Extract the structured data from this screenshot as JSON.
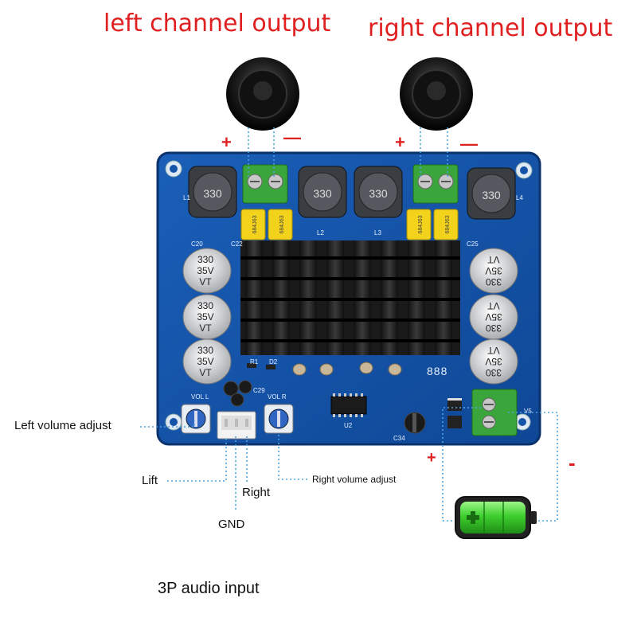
{
  "titles": {
    "left": "left channel output",
    "right": "right channel output"
  },
  "signs": {
    "left_plus": "+",
    "left_minus": "—",
    "right_plus": "+",
    "right_minus": "—",
    "power_plus": "+",
    "power_minus": "-"
  },
  "labels": {
    "left_volume": "Left volume adjust",
    "right_volume": "Right volume adjust",
    "lift": "Lift",
    "right": "Right",
    "gnd": "GND",
    "audio_input": "3P audio input"
  },
  "board": {
    "inductor_marking": "330",
    "film_cap_marking": "684J63",
    "cap_line1": "330",
    "cap_line2": "35V",
    "cap_line3": "VT",
    "silk_vol_l": "VOL L",
    "silk_vol_r": "VOL R",
    "silk_l1": "L1",
    "silk_l2": "L2",
    "silk_l3": "L3",
    "silk_l4": "L4",
    "silk_c20": "C20",
    "silk_c22": "C22",
    "silk_c25": "C25",
    "silk_c29": "C29",
    "silk_v5": "V5",
    "silk_u2": "U2",
    "silk_c34": "C34",
    "silk_d2": "D2",
    "silk_r1": "R1",
    "silk_display": "888"
  },
  "colors": {
    "title_red": "#e02020",
    "pcb_blue": "#1553a8",
    "terminal_green": "#3aa53a",
    "wire_blue": "#4aa3df",
    "battery_green": "#3ecf2e"
  }
}
